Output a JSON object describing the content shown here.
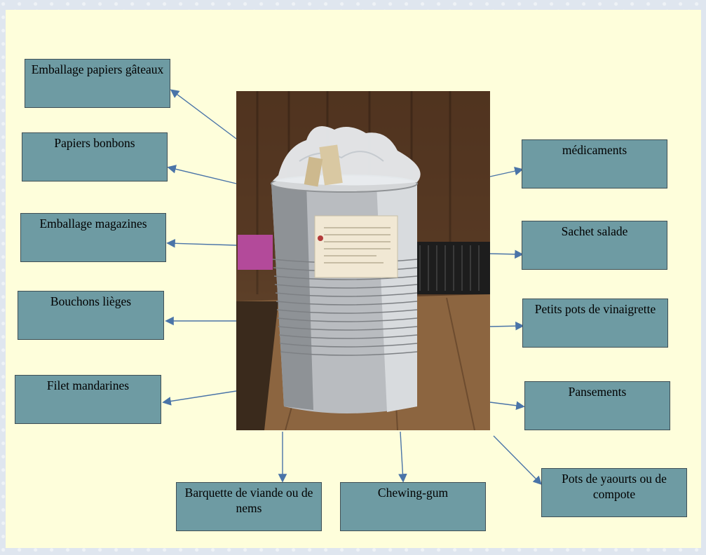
{
  "colors": {
    "background": "#fefedb",
    "box_fill": "#6e9ba3",
    "box_border": "#3f4f56",
    "arrow": "#4a74a8"
  },
  "labels": {
    "emballage_papiers_gateaux": "Emballage papiers gâteaux",
    "papiers_bonbons": "Papiers bonbons",
    "emballage_magazines": "Emballage magazines",
    "bouchons_lieges": "Bouchons lièges",
    "filet_mandarines": "Filet mandarines",
    "barquette_viande": "Barquette de viande ou de nems",
    "chewing_gum": "Chewing-gum",
    "pots_yaourts": "Pots de yaourts ou de compote",
    "pansements": "Pansements",
    "petits_pots_vinaigrette": "Petits pots de vinaigrette",
    "sachet_salade": "Sachet salade",
    "medicaments": "médicaments"
  },
  "photo": {
    "subject": "tin can filled with plastic and cork waste"
  }
}
